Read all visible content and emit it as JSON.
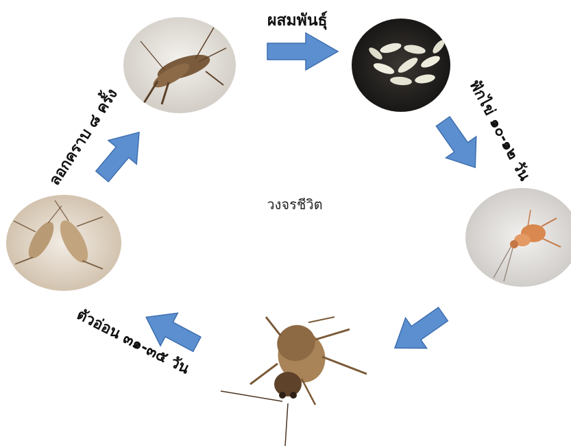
{
  "diagram": {
    "center_title": "วงจรชีวิต",
    "stages": [
      {
        "id": "adult-pair",
        "label": "ผสมพันธุ์"
      },
      {
        "id": "eggs",
        "label": "ฟักไข่ ๑๐-๑๒ วัน"
      },
      {
        "id": "hatchling",
        "label": ""
      },
      {
        "id": "adult-cricket",
        "label": ""
      },
      {
        "id": "nymphs",
        "label": "ตัวอ่อน ๓๑-๓๕ วัน"
      },
      {
        "id": "molting",
        "label": "ลอกคราบ ๘ ครั้ง"
      }
    ],
    "labels": {
      "mating": "ผสมพันธุ์",
      "hatch": "ฟักไข่ ๑๐-๑๒ วัน",
      "molt": "ลอกคราบ ๘ ครั้ง",
      "nymph": "ตัวอ่อน ๓๑-๓๕ วัน"
    },
    "colors": {
      "arrow_fill": "#5b8fd0",
      "arrow_stroke": "#3f6fae",
      "photo_bg_light": "#e9e6e0",
      "photo_bg_dark": "#1f1d1b",
      "insect_tan": "#b5926a",
      "insect_brown": "#6b4a2d"
    }
  }
}
